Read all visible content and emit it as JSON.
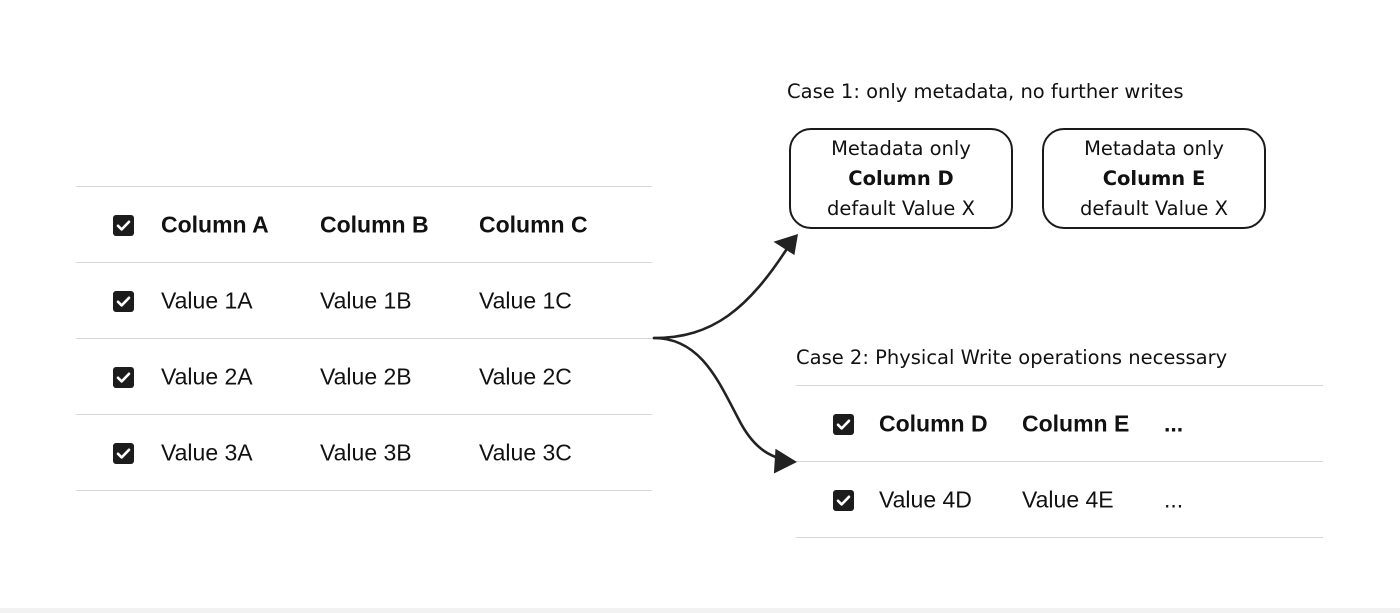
{
  "source_table": {
    "header": {
      "checked": true,
      "cells": [
        "Column A",
        "Column B",
        "Column C"
      ]
    },
    "rows": [
      {
        "checked": true,
        "cells": [
          "Value 1A",
          "Value 1B",
          "Value 1C"
        ]
      },
      {
        "checked": true,
        "cells": [
          "Value 2A",
          "Value 2B",
          "Value 2C"
        ]
      },
      {
        "checked": true,
        "cells": [
          "Value 3A",
          "Value 3B",
          "Value 3C"
        ]
      }
    ]
  },
  "case_1": {
    "label": "Case 1: only metadata, no further writes",
    "boxes": [
      {
        "line1": "Metadata only",
        "column": "Column D",
        "line3": "default Value X"
      },
      {
        "line1": "Metadata only",
        "column": "Column E",
        "line3": "default Value X"
      }
    ]
  },
  "case_2": {
    "label": "Case 2: Physical Write operations necessary",
    "table": {
      "header": {
        "checked": true,
        "cells": [
          "Column D",
          "Column E",
          "..."
        ]
      },
      "rows": [
        {
          "checked": true,
          "cells": [
            "Value 4D",
            "Value 4E",
            "..."
          ]
        }
      ]
    }
  },
  "colors": {
    "ink": "#111111",
    "divider": "#d6d6d6",
    "checkbox_fill": "#1c1c1c",
    "arrow": "#222222"
  },
  "icons": {
    "checkbox": "checked-checkbox-icon",
    "arrow": "curved-arrow"
  }
}
